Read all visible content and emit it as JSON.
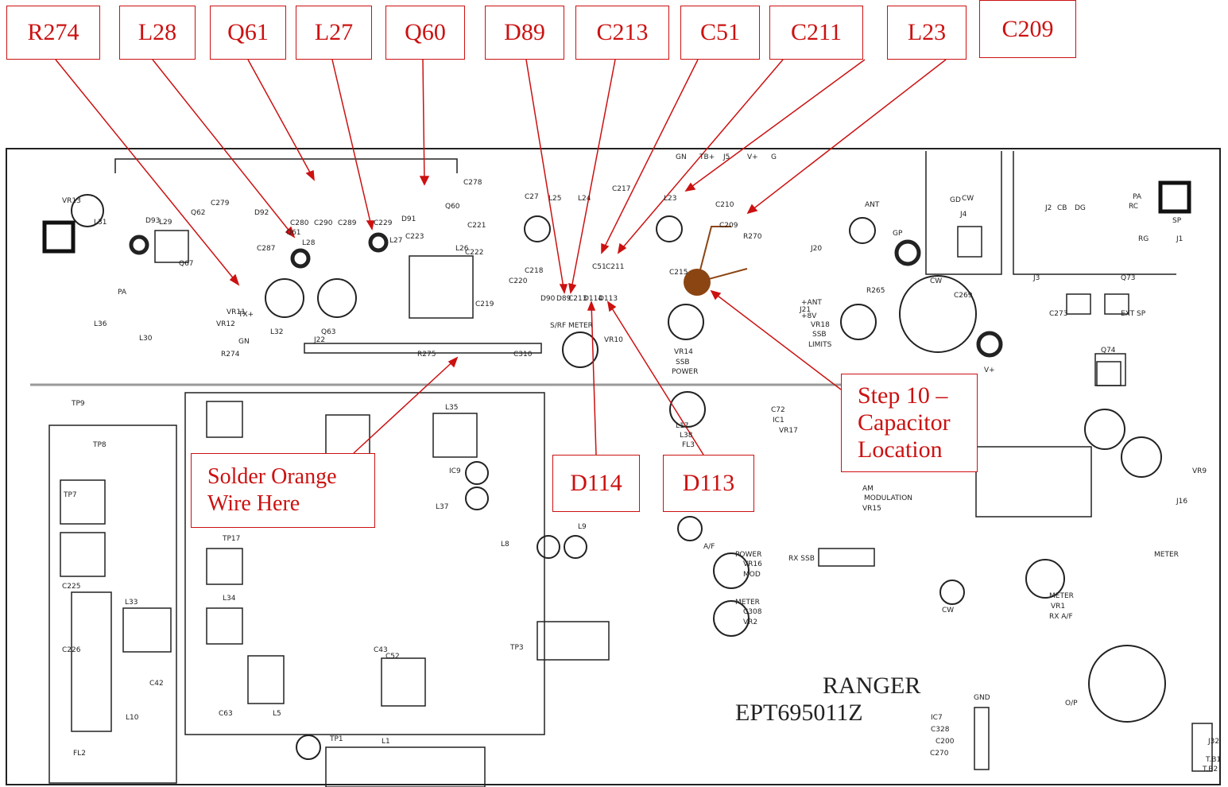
{
  "colors": {
    "annotation": "#cc1111",
    "board_line": "#222222",
    "capacitor_marker": "#8b4513"
  },
  "component_labels": [
    "R274",
    "L28",
    "Q61",
    "L27",
    "Q60",
    "D89",
    "C213",
    "C51",
    "C211",
    "L23",
    "C209"
  ],
  "diode_labels": [
    "D114",
    "D113"
  ],
  "notes": {
    "step10": "Step 10 –\nCapacitor\nLocation",
    "solder": "Solder Orange\nWire Here"
  },
  "board": {
    "model": "RANGER",
    "part_number": "EPT695011Z",
    "silkscreen": [
      "VR13",
      "D93",
      "Q62",
      "C279",
      "L31",
      "L29",
      "D92",
      "C280",
      "C290",
      "C289",
      "Q61",
      "L28",
      "C287",
      "L27",
      "C229",
      "D91",
      "Q60",
      "C278",
      "C27",
      "L25",
      "L24",
      "C217",
      "L23",
      "C210",
      "C209",
      "R270",
      "C223",
      "C221",
      "C222",
      "L26",
      "C220",
      "C219",
      "C218",
      "C215",
      "C51",
      "C211",
      "D90",
      "D89",
      "C213",
      "D114",
      "D113",
      "S/RF METER",
      "VR10",
      "VR14",
      "SSB",
      "POWER",
      "ANT",
      "GP",
      "J20",
      "J21",
      "+ANT",
      "+8V",
      "R265",
      "VR18",
      "SSB",
      "LIMITS",
      "CW",
      "C269",
      "V+",
      "J4",
      "CW",
      "GD",
      "J2",
      "CB",
      "DG",
      "PA",
      "RC",
      "RG",
      "J1",
      "SP",
      "J3",
      "C273",
      "EXT SP",
      "Q73",
      "Q74",
      "PA",
      "Q67",
      "L36",
      "L30",
      "L32",
      "Q63",
      "VR12",
      "VR11",
      "R274",
      "TX+",
      "GN",
      "J22",
      "R275",
      "C310",
      "TP9",
      "TP8",
      "TP7",
      "C225",
      "C226",
      "L33",
      "TP17",
      "L34",
      "L35",
      "IC9",
      "L37",
      "L8",
      "L9",
      "L5",
      "C63",
      "C52",
      "C43",
      "C42",
      "L10",
      "FL2",
      "L1",
      "TP1",
      "TP3",
      "L17",
      "L38",
      "FL3",
      "C72",
      "IC1",
      "VR17",
      "AM",
      "MODULATION",
      "VR15",
      "A/F",
      "POWER",
      "VR16",
      "MOD",
      "METER",
      "C308",
      "VR2",
      "RX SSB",
      "METER",
      "VR1",
      "RX A/F",
      "METER",
      "J16",
      "VR9",
      "CW",
      "O/P",
      "GND",
      "IC7",
      "C328",
      "C200",
      "C270",
      "J32",
      "T.B1",
      "T.B2",
      "GN",
      "TB+",
      "J5",
      "V+",
      "G"
    ]
  }
}
